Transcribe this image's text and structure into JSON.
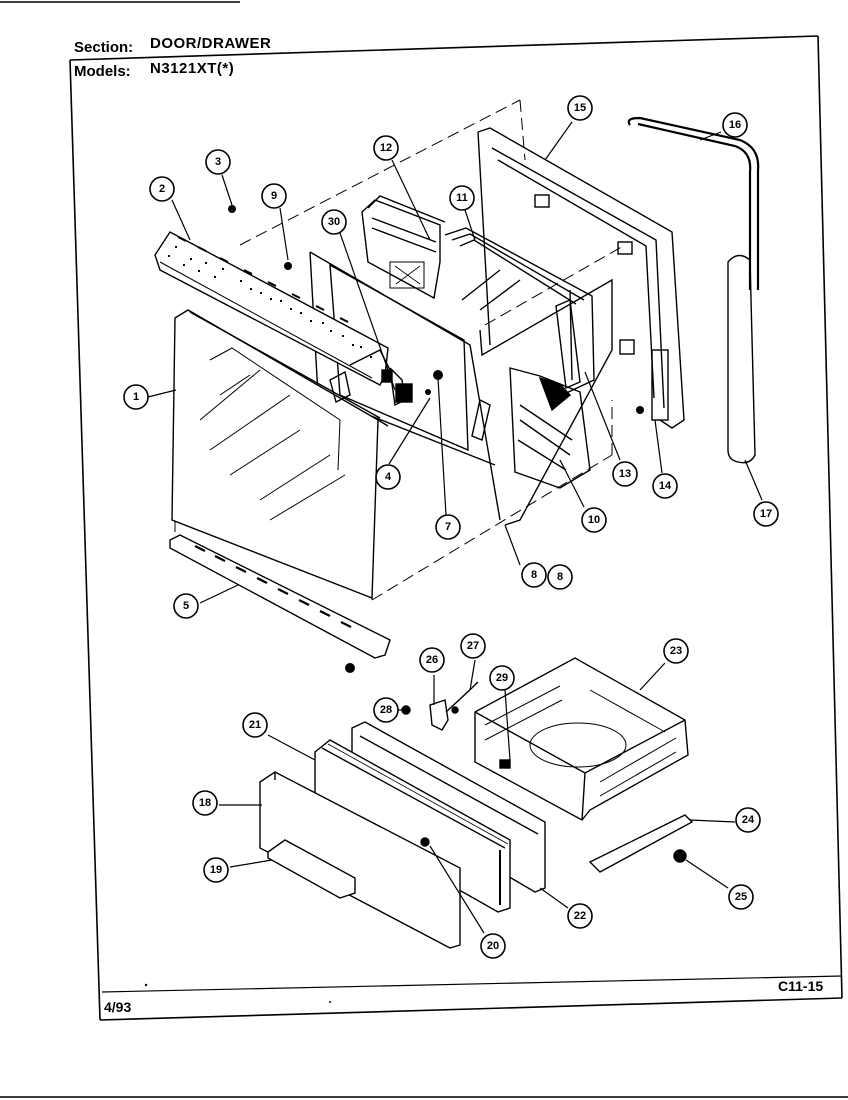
{
  "header": {
    "section_label": "Section:",
    "section_value": "DOOR/DRAWER",
    "models_label": "Models:",
    "models_value": "N3121XT(*)"
  },
  "footer": {
    "date": "4/93",
    "page_code": "C11-15"
  },
  "callouts": {
    "c1": "1",
    "c2": "2",
    "c3": "3",
    "c4": "4",
    "c5": "5",
    "c7": "7",
    "c8a": "8",
    "c8b": "8",
    "c9": "9",
    "c10": "10",
    "c11": "11",
    "c12": "12",
    "c13": "13",
    "c14": "14",
    "c15": "15",
    "c16": "16",
    "c17": "17",
    "c18": "18",
    "c19": "19",
    "c20": "20",
    "c21": "21",
    "c22": "22",
    "c23": "23",
    "c24": "24",
    "c25": "25",
    "c26": "26",
    "c27": "27",
    "c28": "28",
    "c29": "29",
    "c30": "30"
  }
}
